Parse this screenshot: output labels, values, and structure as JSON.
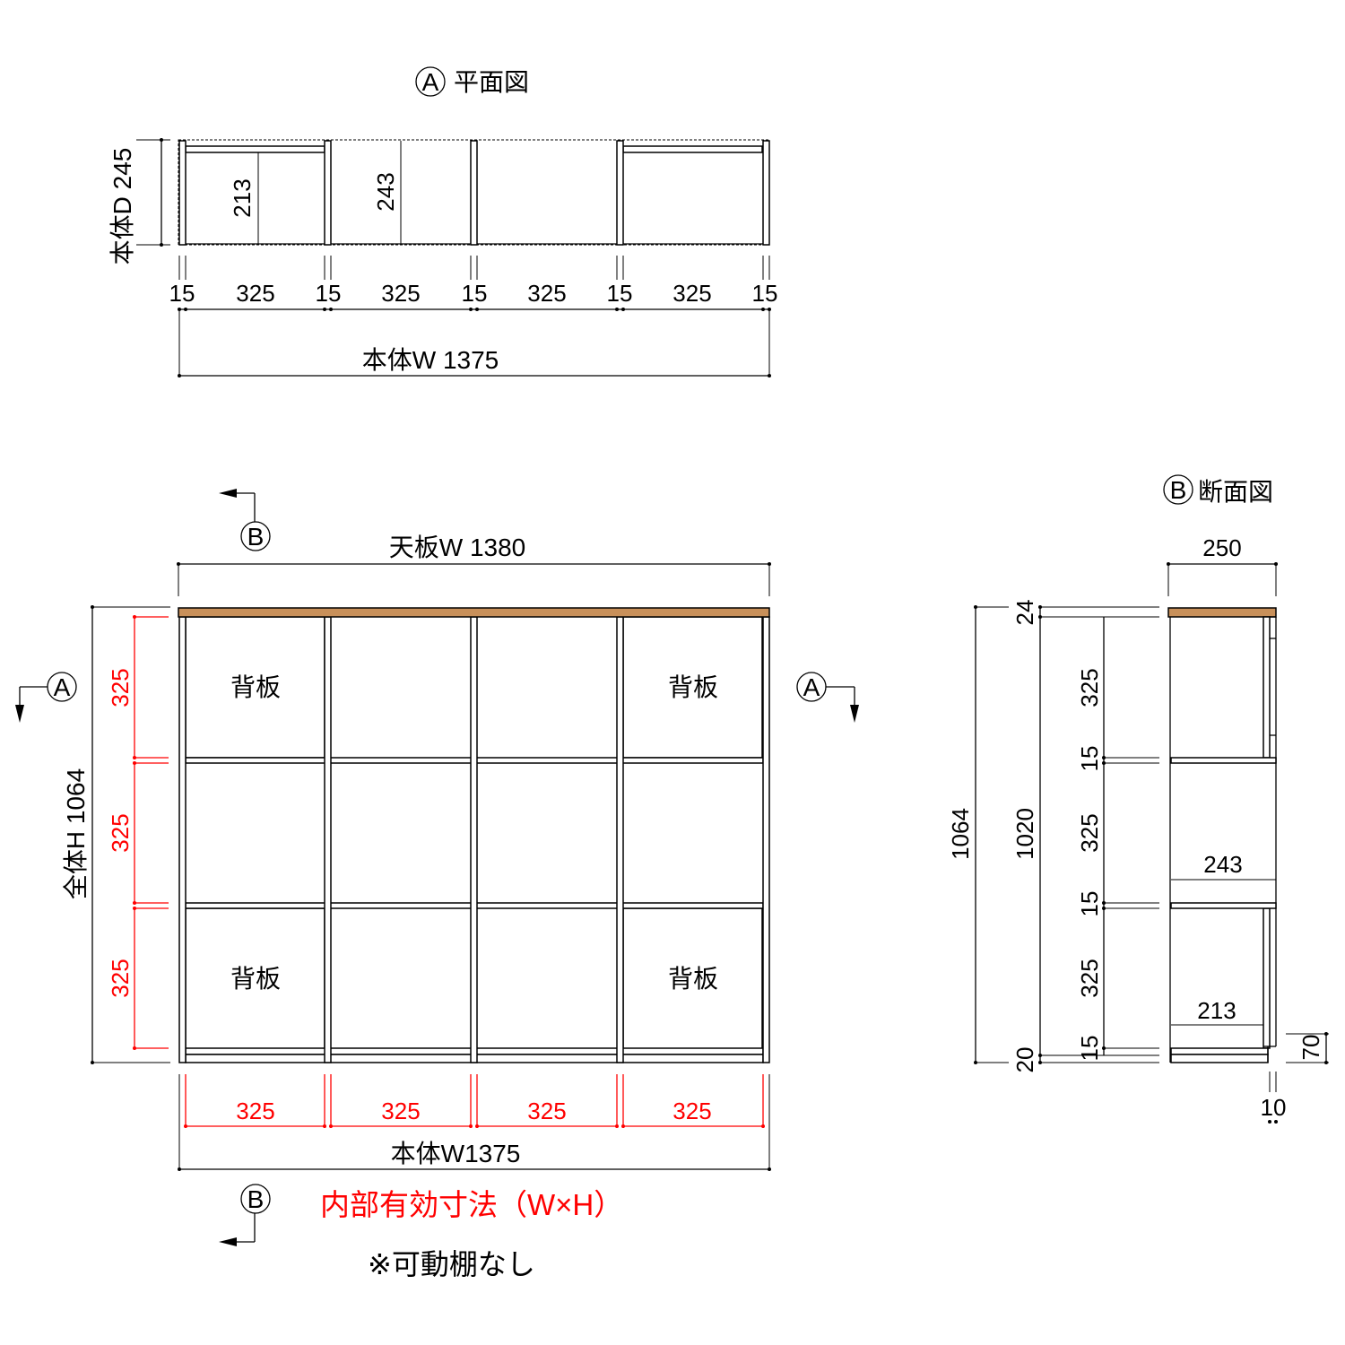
{
  "plan": {
    "mark": "A",
    "title": "平面図",
    "depth_label": "本体D 245",
    "inner_back": "213",
    "inner_full": "243",
    "width_segments": [
      "15",
      "325",
      "15",
      "325",
      "15",
      "325",
      "15",
      "325",
      "15"
    ],
    "width_label": "本体W 1375"
  },
  "front": {
    "section_mark": "B",
    "section_mark_bottom": "B",
    "view_mark_left": "A",
    "view_mark_right": "A",
    "top_label": "天板W 1380",
    "height_label": "全体H 1064",
    "inner_heights": [
      "325",
      "325",
      "325"
    ],
    "inner_widths": [
      "325",
      "325",
      "325",
      "325"
    ],
    "back_panels": [
      "背板",
      "背板",
      "背板",
      "背板"
    ],
    "width_label": "本体W1375",
    "note_red": "内部有効寸法（W×H）",
    "note": "※可動棚なし"
  },
  "section": {
    "mark": "B",
    "title": "断面図",
    "depth_label": "250",
    "total": "1064",
    "body": "1020",
    "top_thk": "24",
    "base": "20",
    "stack": [
      "325",
      "15",
      "325",
      "15",
      "325",
      "15"
    ],
    "inner_full": "243",
    "inner_back": "213",
    "plinth": "70",
    "setback": "10"
  },
  "colors": {
    "top_board": "#c8905a",
    "dimension_red": "#ff0000"
  }
}
